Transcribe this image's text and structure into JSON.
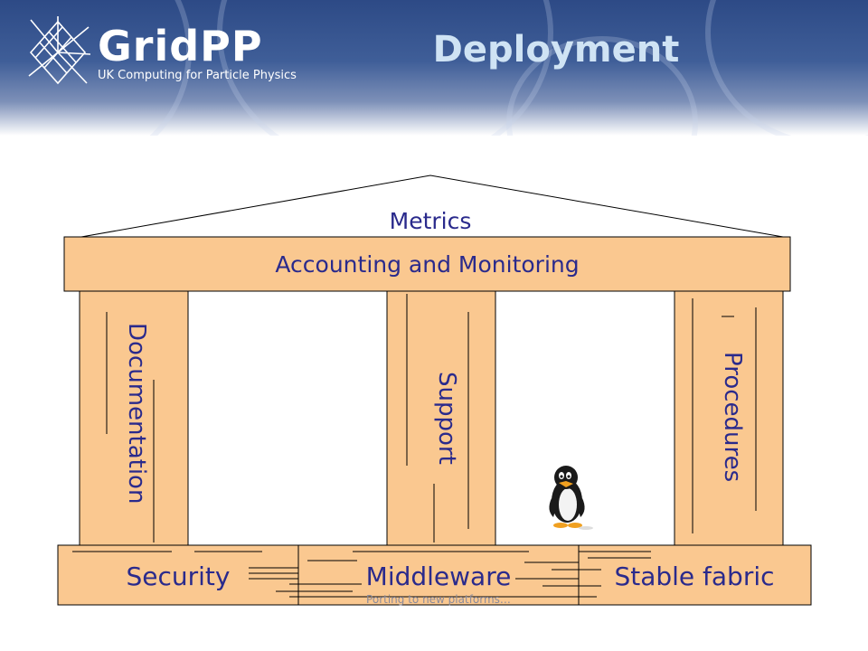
{
  "logo": {
    "name": "GridPP",
    "tagline": "UK Computing for Particle Physics"
  },
  "slide": {
    "title": "Deployment"
  },
  "temple": {
    "roof_label": "Metrics",
    "entablature_label": "Accounting and Monitoring",
    "pillars": [
      "Documentation",
      "Support",
      "Procedures"
    ],
    "foundation": [
      "Security",
      "Middleware",
      "Stable fabric"
    ],
    "footnote": "Porting to new platforms…"
  },
  "colors": {
    "fill": "#fac890",
    "text": "#2a2a8c",
    "title": "#cfe3f4",
    "header": "#2d4a86"
  },
  "icons": [
    "gridpp-logo-icon",
    "penguin-icon"
  ]
}
